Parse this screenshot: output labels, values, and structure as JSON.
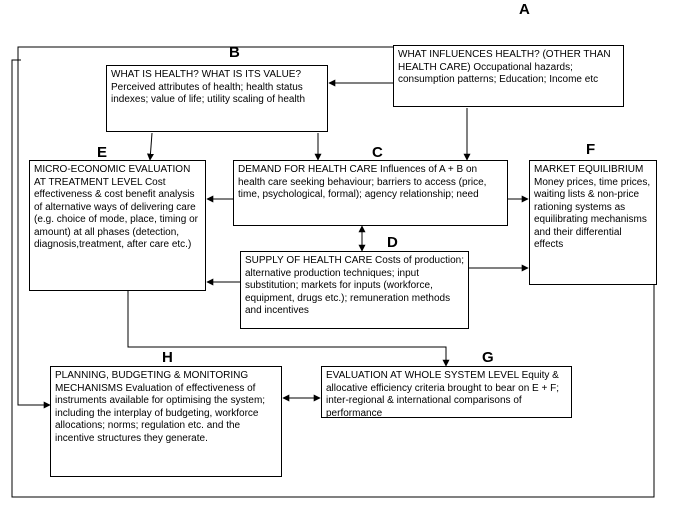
{
  "boxes": {
    "A": {
      "letter": "A",
      "text": "WHAT INFLUENCES HEALTH? (OTHER THAN HEALTH CARE) Occupational hazards; consumption patterns; Education; Income etc"
    },
    "B": {
      "letter": "B",
      "text": "WHAT IS HEALTH? WHAT IS ITS VALUE?  Perceived attributes of health; health status indexes; value of life; utility scaling of health"
    },
    "C": {
      "letter": "C",
      "text": "DEMAND FOR HEALTH CARE Influences of A + B on health care seeking behaviour; barriers to  access (price, time, psychological, formal); agency relationship; need"
    },
    "D": {
      "letter": "D",
      "text": "SUPPLY OF HEALTH CARE Costs of production; alternative production techniques; input substitution; markets for inputs (workforce, equipment, drugs etc.); remuneration methods and incentives"
    },
    "E": {
      "letter": "E",
      "text": "MICRO-ECONOMIC EVALUATION AT TREATMENT LEVEL Cost effectiveness & cost benefit analysis of alternative ways of delivering care (e.g. choice of mode, place, timing or amount) at all phases (detection, diagnosis,treatment, after care etc.)"
    },
    "F": {
      "letter": "F",
      "text": "MARKET EQUILIBRIUM Money prices, time prices, waiting lists & non-price rationing systems as equilibrating mechanisms and their differential effects"
    },
    "G": {
      "letter": "G",
      "text": "EVALUATION AT WHOLE SYSTEM LEVEL Equity & allocative efficiency criteria brought to bear on E + F; inter-regional & international comparisons of performance"
    },
    "H": {
      "letter": "H",
      "text": "PLANNING, BUDGETING & MONITORING MECHANISMS Evaluation of effectiveness of instruments available for optimising the system; including the interplay of budgeting, workforce allocations; norms; regulation etc. and the incentive structures they generate."
    }
  }
}
